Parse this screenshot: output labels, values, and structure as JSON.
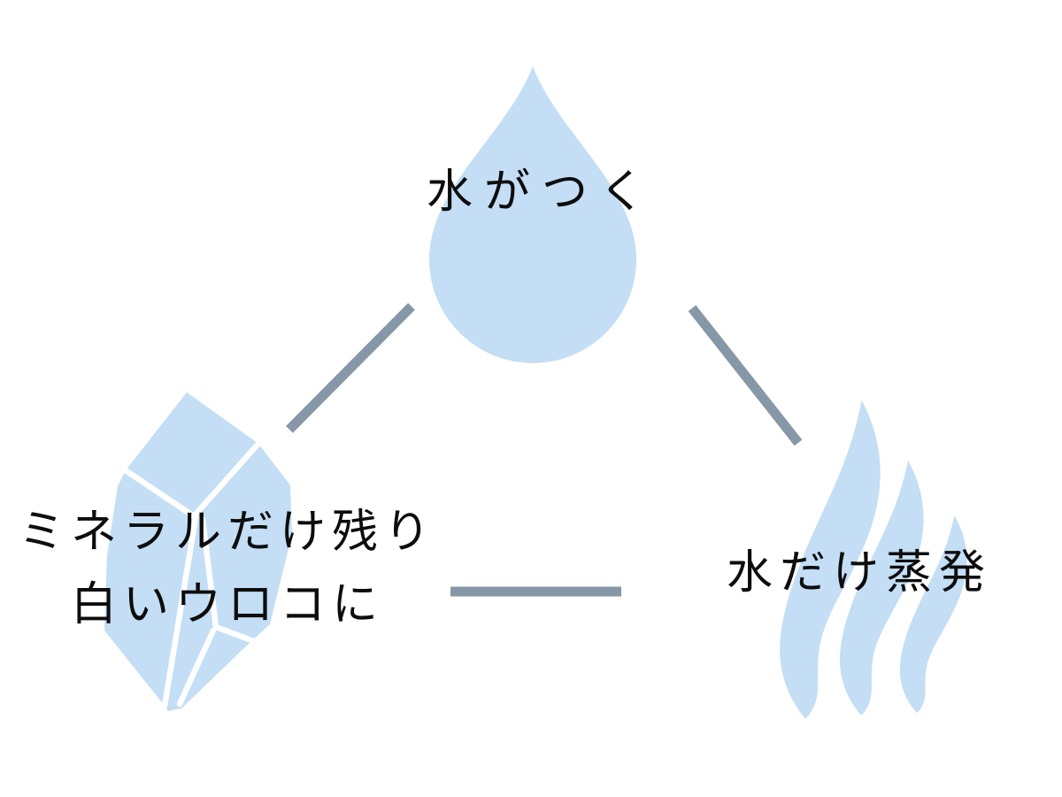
{
  "colors": {
    "shape_blue": "#c3def5",
    "connector_gray": "#8697a8",
    "facet_line_white": "#ffffff",
    "text_black": "#0d0d0d",
    "background": "#ffffff"
  },
  "icons": {
    "top": "water-droplet-icon",
    "bottom_left": "mineral-crystal-icon",
    "bottom_right": "steam-waves-icon"
  },
  "diagram": {
    "top_node": {
      "label": "水がつく"
    },
    "bottom_left_node": {
      "label_line1": "ミネラルだけ残り",
      "label_line2": "白いウロコに"
    },
    "bottom_right_node": {
      "label": "水だけ蒸発"
    }
  }
}
